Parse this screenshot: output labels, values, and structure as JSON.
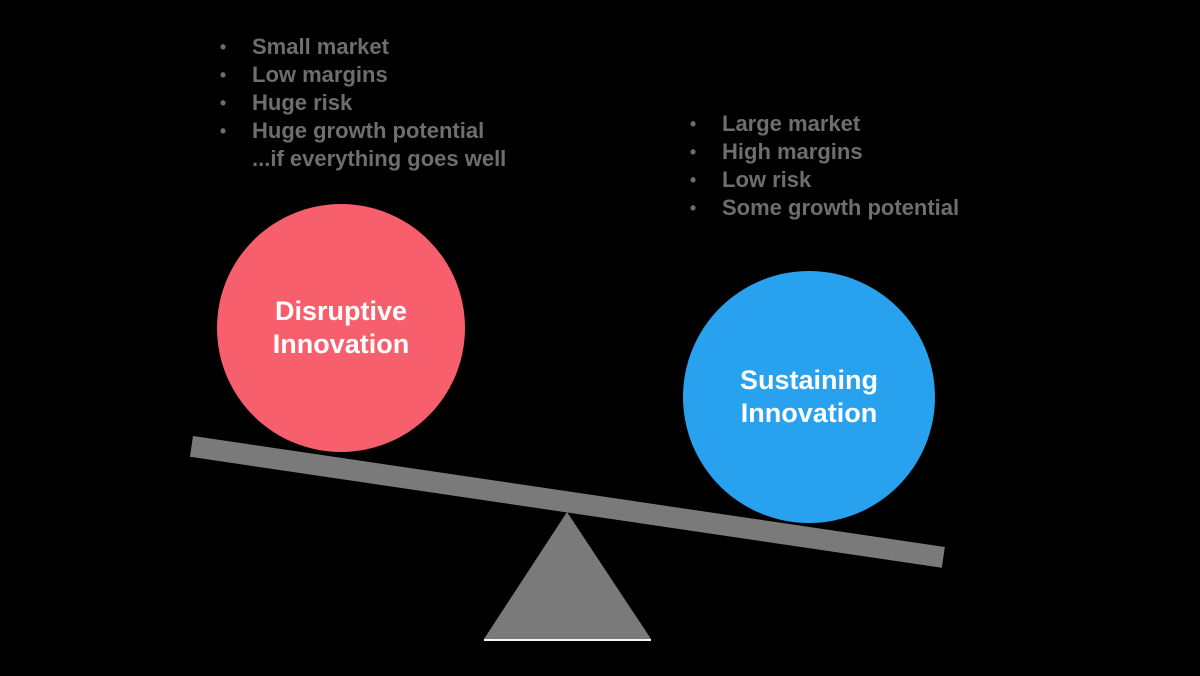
{
  "diagram": {
    "title": "Disruptive vs Sustaining Innovation balance",
    "background_color": "#000000",
    "text_color": "#6E6E6E",
    "left_list": {
      "items": [
        {
          "bullet": "•",
          "text": "Small market"
        },
        {
          "bullet": "•",
          "text": "Low margins"
        },
        {
          "bullet": "•",
          "text": "Huge risk"
        },
        {
          "bullet": "•",
          "text": "Huge growth potential"
        },
        {
          "bullet": "",
          "text": "...if everything goes well"
        }
      ]
    },
    "right_list": {
      "items": [
        {
          "bullet": "•",
          "text": "Large market"
        },
        {
          "bullet": "•",
          "text": "High margins"
        },
        {
          "bullet": "•",
          "text": "Low risk"
        },
        {
          "bullet": "•",
          "text": "Some growth potential"
        }
      ]
    },
    "left_circle": {
      "line1": "Disruptive",
      "line2": "Innovation",
      "fill_color": "#F85F6D",
      "text_color": "#FFFFFF"
    },
    "right_circle": {
      "line1": "Sustaining",
      "line2": "Innovation",
      "fill_color": "#28A2EF",
      "text_color": "#FFFFFF"
    },
    "seesaw": {
      "plank_color": "#7A7A7A",
      "fulcrum_color": "#7A7A7A",
      "base_line_color": "#F5F5F5",
      "tilt_degrees": 8.4
    }
  }
}
